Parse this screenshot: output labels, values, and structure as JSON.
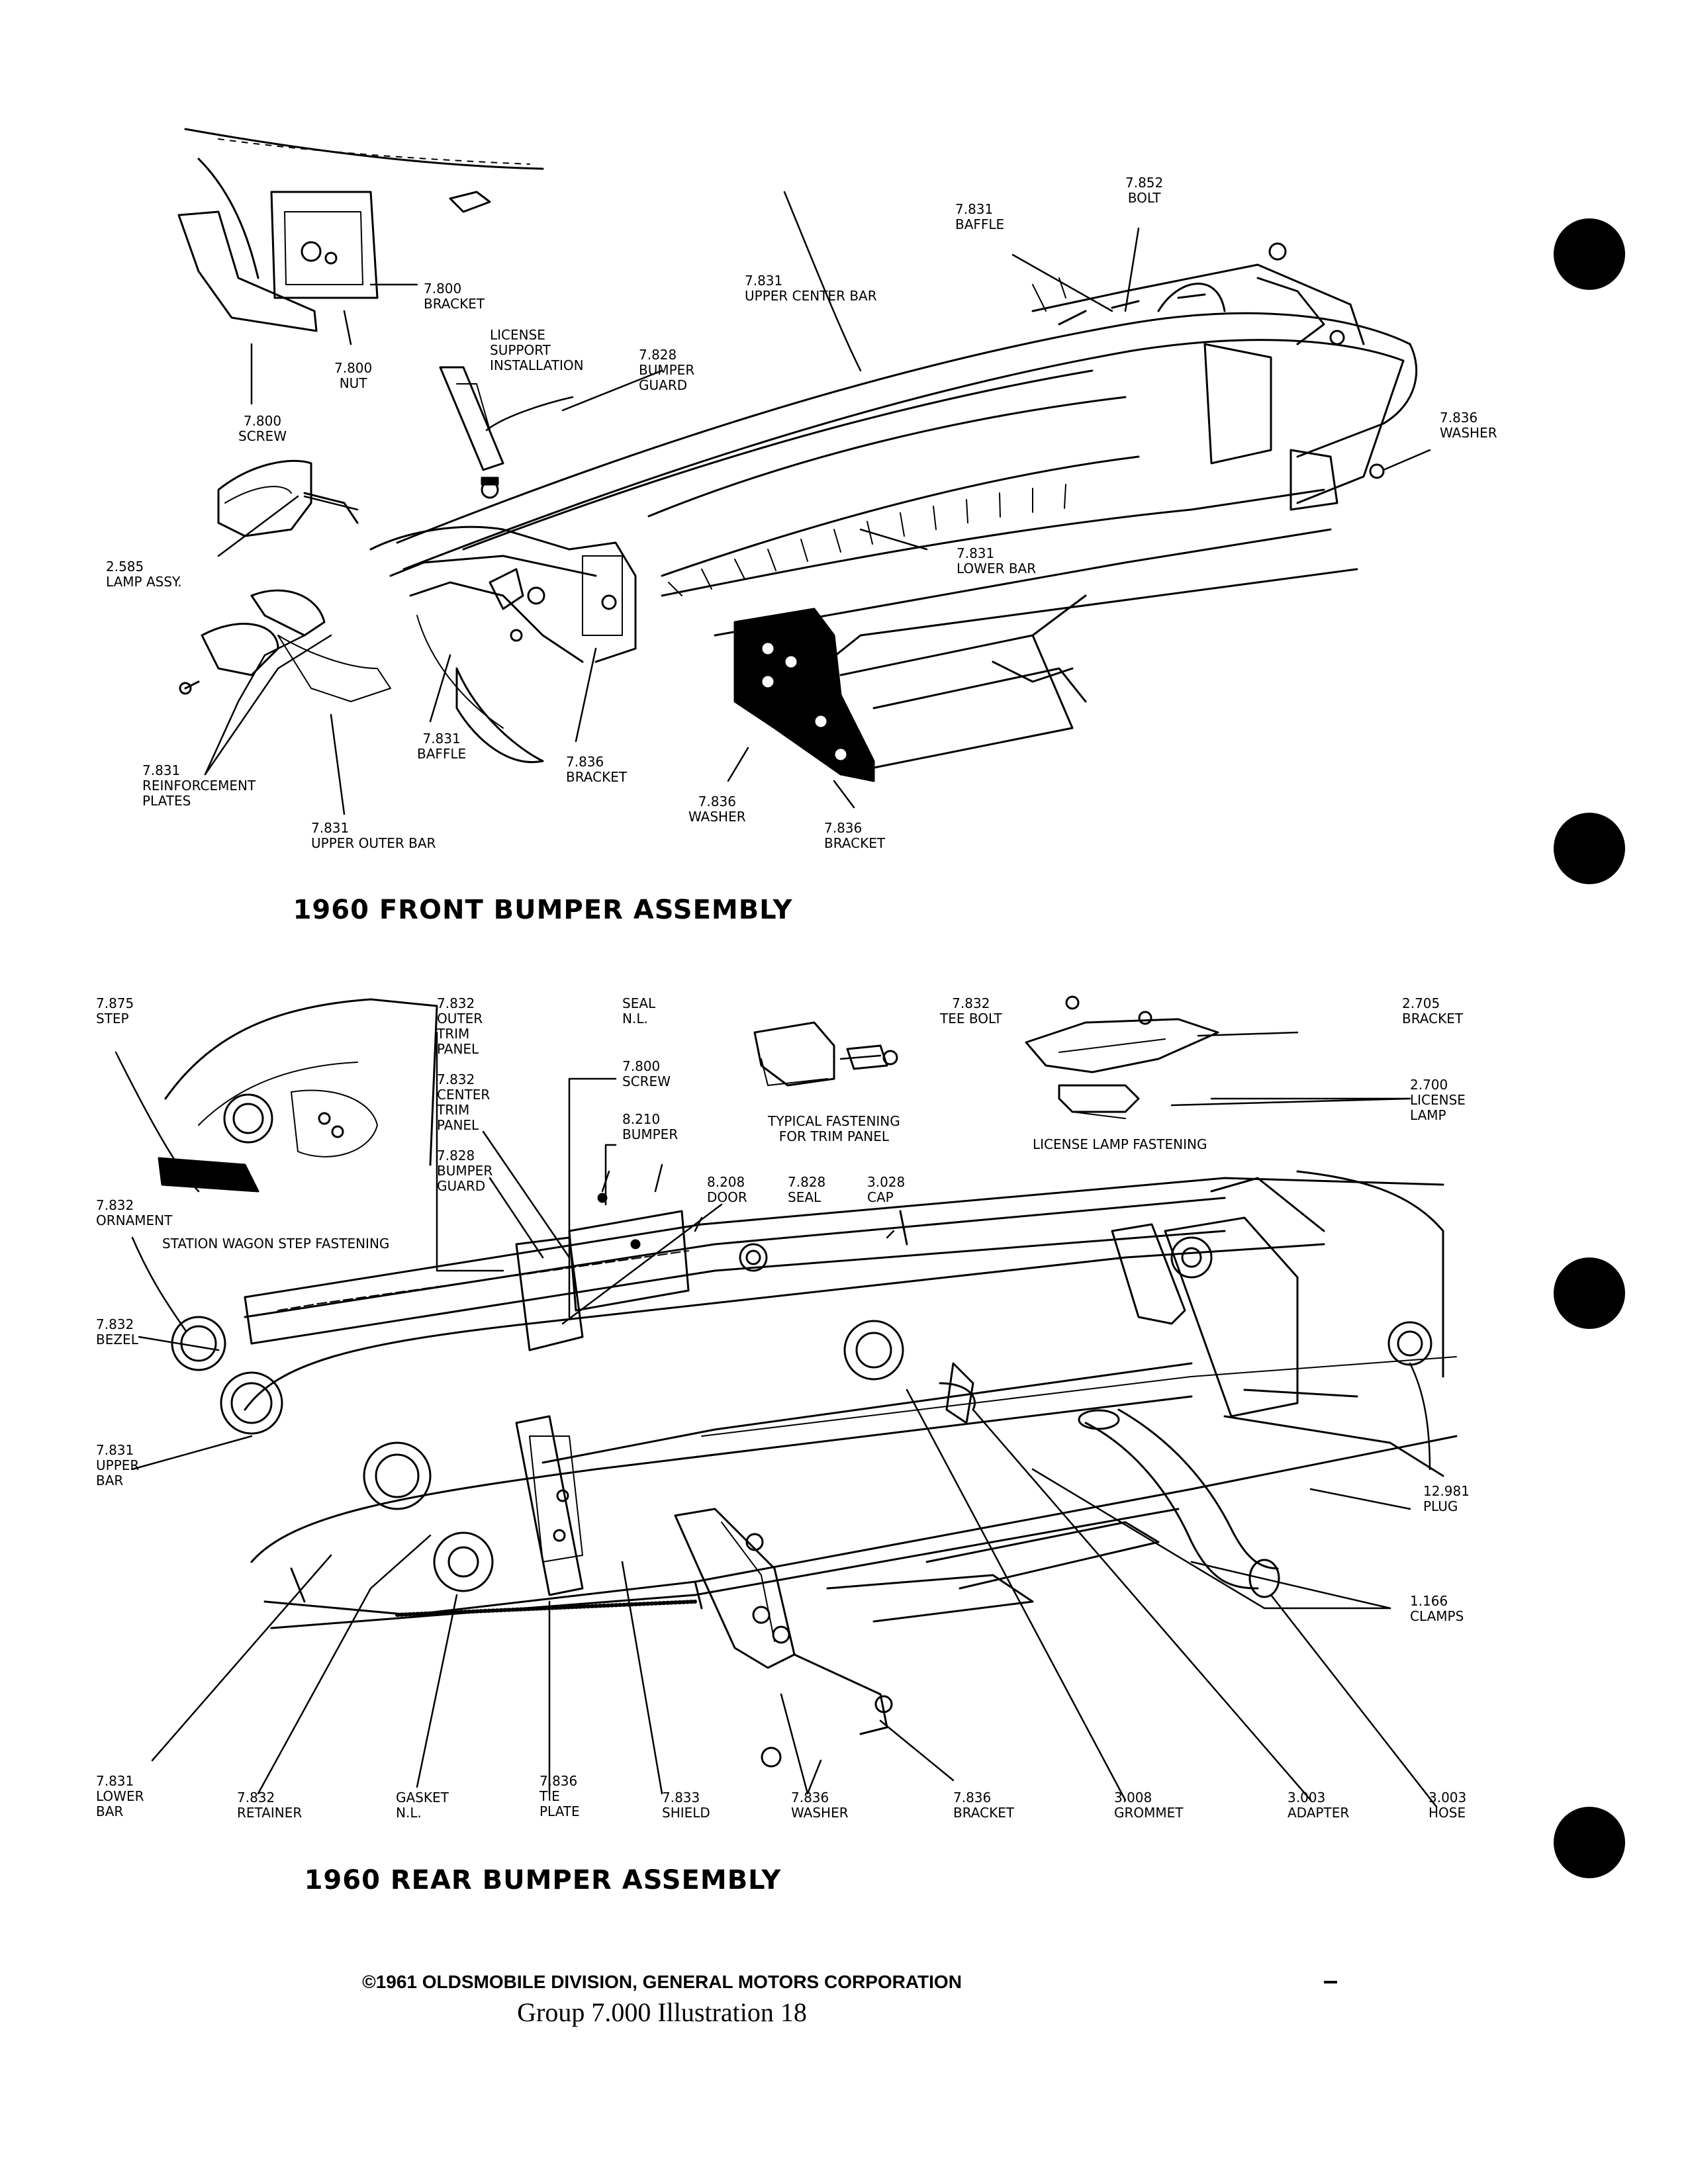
{
  "front": {
    "title": "1960 FRONT BUMPER ASSEMBLY",
    "labels": {
      "bracket_800": "7.800\nBRACKET",
      "nut_800": "7.800\nNUT",
      "screw_800": "7.800\nSCREW",
      "license_support": "LICENSE\nSUPPORT\nINSTALLATION",
      "bumper_guard_828": "7.828\nBUMPER\nGUARD",
      "upper_center_bar": "7.831\nUPPER CENTER BAR",
      "baffle_831_top": "7.831\nBAFFLE",
      "bolt_852": "7.852\nBOLT",
      "washer_836_right": "7.836\nWASHER",
      "lamp_assy": "2.585\nLAMP ASSY.",
      "lower_bar_831": "7.831\nLOWER BAR",
      "baffle_831_bottom": "7.831\nBAFFLE",
      "reinforcement_plates": "7.831\nREINFORCEMENT\nPLATES",
      "upper_outer_bar": "7.831\nUPPER OUTER BAR",
      "bracket_836_left": "7.836\nBRACKET",
      "washer_836_bottom": "7.836\nWASHER",
      "bracket_836_bottom": "7.836\nBRACKET"
    }
  },
  "rear": {
    "title": "1960 REAR BUMPER ASSEMBLY",
    "labels": {
      "step_875": "7.875\nSTEP",
      "outer_trim_panel": "7.832\nOUTER\nTRIM\nPANEL",
      "center_trim_panel": "7.832\nCENTER\nTRIM\nPANEL",
      "bumper_guard_828": "7.828\nBUMPER\nGUARD",
      "seal_nl": "SEAL\nN.L.",
      "screw_800": "7.800\nSCREW",
      "bumper_210": "8.210\nBUMPER",
      "door_208": "8.208\nDOOR",
      "seal_828": "7.828\nSEAL",
      "cap_028": "3.028\nCAP",
      "tee_bolt": "7.832\nTEE BOLT",
      "typical_fastening": "TYPICAL FASTENING\nFOR TRIM PANEL",
      "bracket_705": "2.705\nBRACKET",
      "license_lamp": "2.700\nLICENSE\nLAMP",
      "license_lamp_fastening": "LICENSE LAMP FASTENING",
      "ornament_832": "7.832\nORNAMENT",
      "wagon_step_fastening": "STATION WAGON STEP FASTENING",
      "bezel_832": "7.832\nBEZEL",
      "upper_bar_831": "7.831\nUPPER\nBAR",
      "plug_981": "12.981\nPLUG",
      "clamps_166": "1.166\nCLAMPS",
      "lower_bar_831": "7.831\nLOWER\nBAR",
      "retainer_832": "7.832\nRETAINER",
      "gasket_nl": "GASKET\nN.L.",
      "tie_plate_836": "7.836\nTIE\nPLATE",
      "shield_833": "7.833\nSHIELD",
      "washer_836": "7.836\nWASHER",
      "bracket_836": "7.836\nBRACKET",
      "grommet_008": "3.008\nGROMMET",
      "adapter_003": "3.003\nADAPTER",
      "hose_003": "3.003\nHOSE"
    }
  },
  "footer": {
    "copyright": "©1961 OLDSMOBILE DIVISION, GENERAL MOTORS CORPORATION",
    "group_line": "Group  7.000  Illustration 18"
  }
}
